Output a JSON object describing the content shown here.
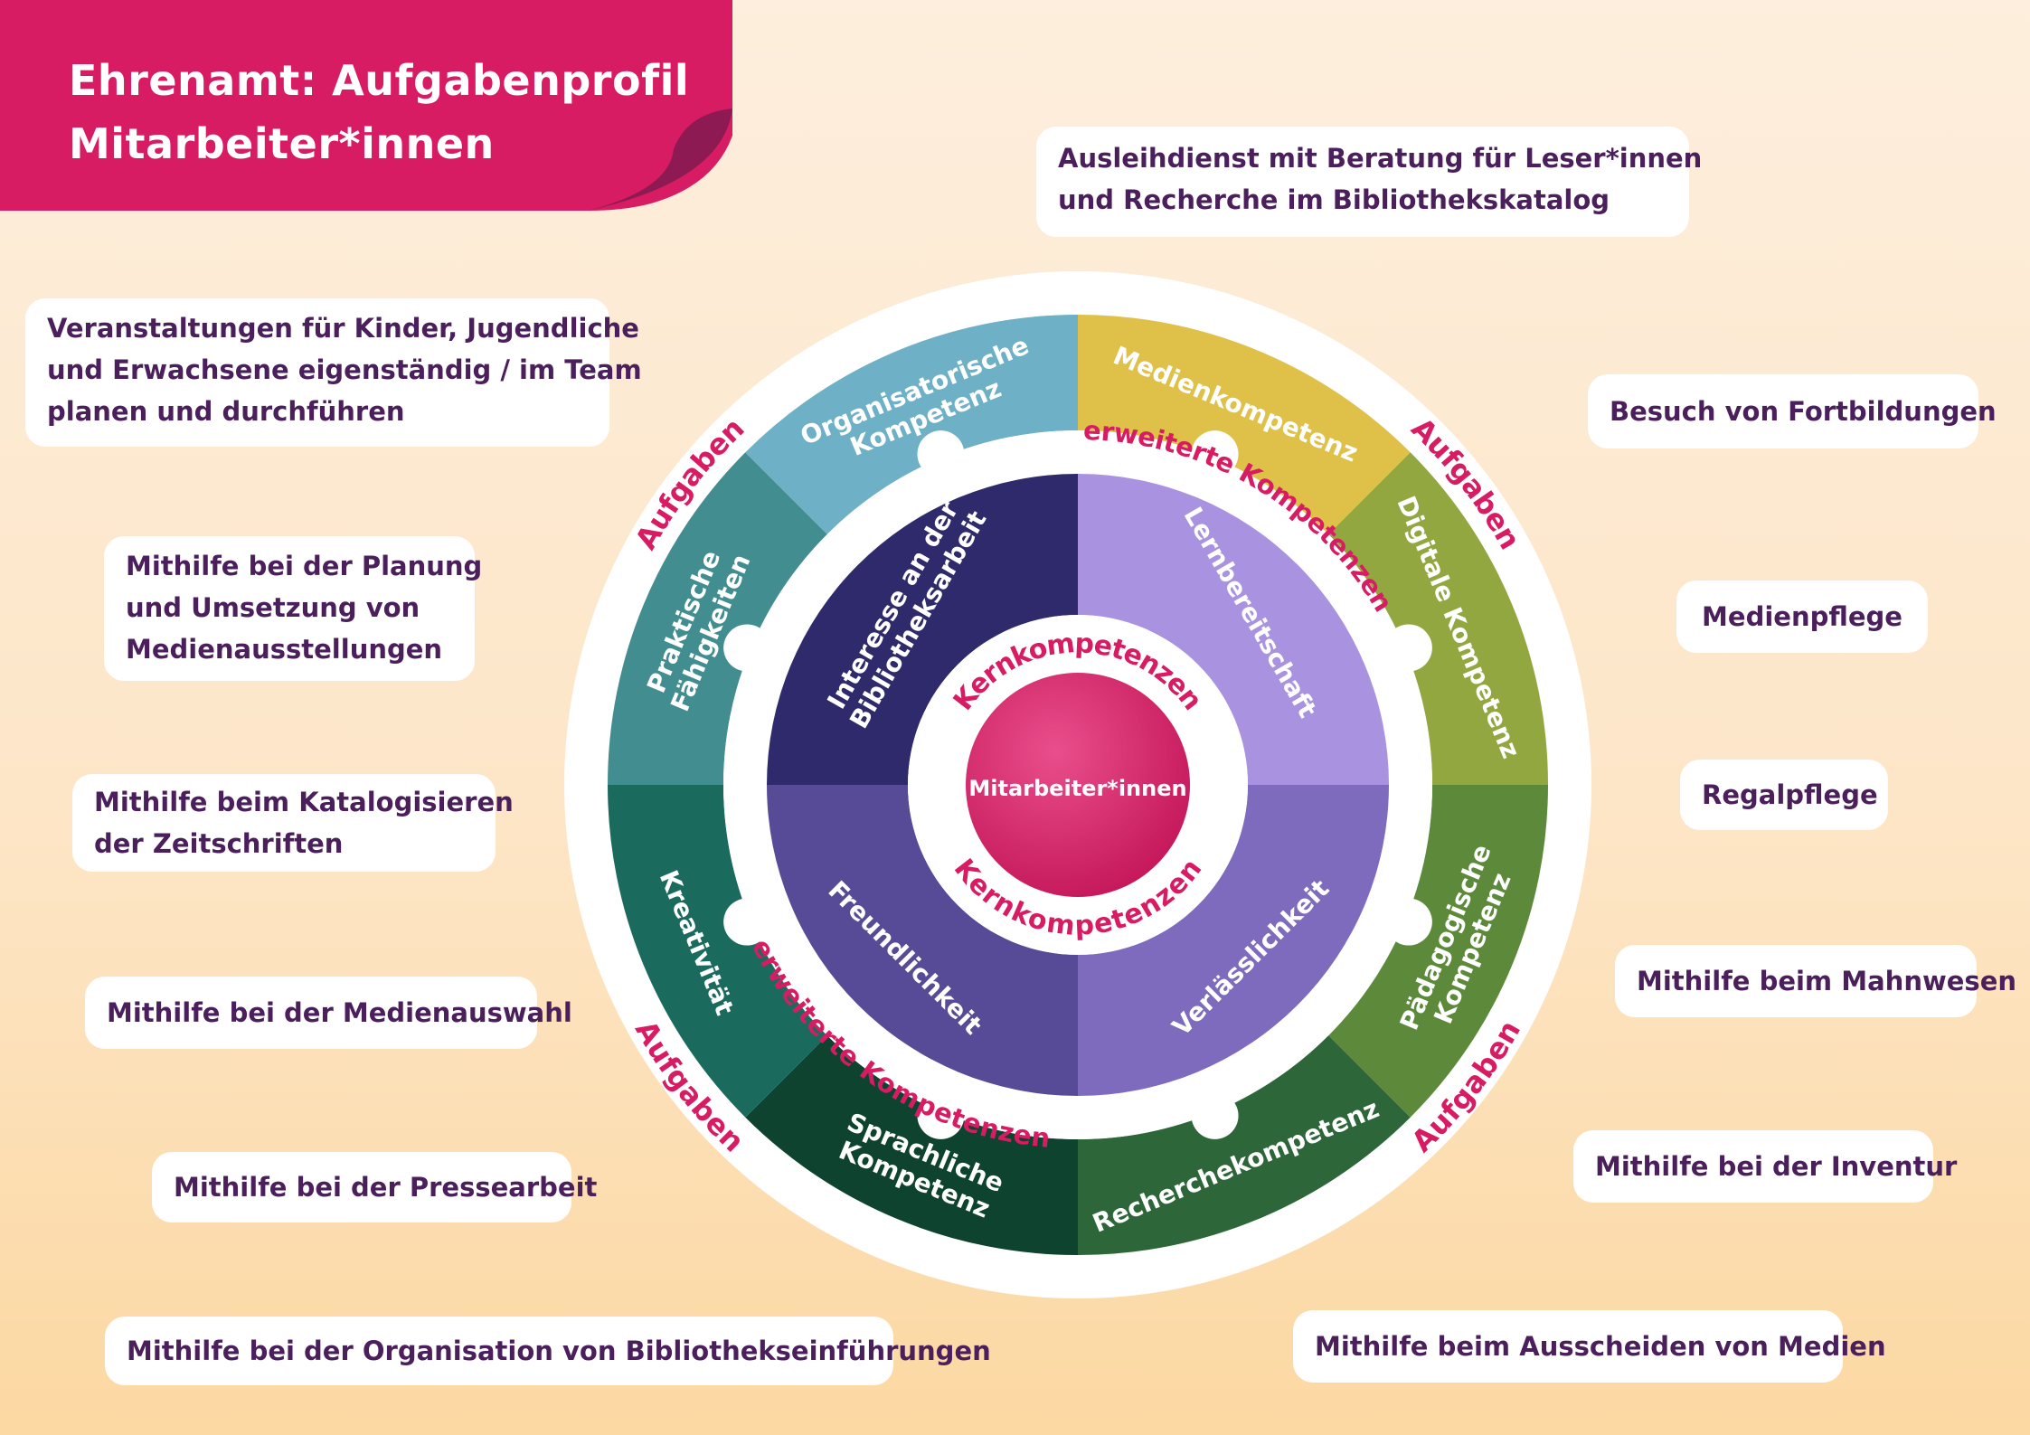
{
  "title": [
    "Ehrenamt: Aufgabenprofil",
    "Mitarbeiter*innen"
  ],
  "center_label": "Mitarbeiter*innen",
  "arc_labels": {
    "kern": "Kernkompetenzen",
    "erweitert": "erweiterte Kompetenzen",
    "aufgaben": "Aufgaben"
  },
  "core_competencies": [
    {
      "lines": [
        "Interesse an der",
        "Bibliotheksarbeit"
      ],
      "color": "#2f2a6b"
    },
    {
      "lines": [
        "Lernbereitschaft"
      ],
      "color": "#a993e0"
    },
    {
      "lines": [
        "Verlässlichkeit"
      ],
      "color": "#7e6bbd"
    },
    {
      "lines": [
        "Freundlichkeit"
      ],
      "color": "#574a96"
    }
  ],
  "extended_competencies": [
    {
      "lines": [
        "Medienkompetenz"
      ],
      "color": "#dfc049"
    },
    {
      "lines": [
        "Digitale Kompetenz"
      ],
      "color": "#93a741"
    },
    {
      "lines": [
        "Pädagogische",
        "Kompetenz"
      ],
      "color": "#5c8a3a"
    },
    {
      "lines": [
        "Recherchekompetenz"
      ],
      "color": "#2d6638"
    },
    {
      "lines": [
        "Sprachliche",
        "Kompetenz"
      ],
      "color": "#0e4330"
    },
    {
      "lines": [
        "Kreativität"
      ],
      "color": "#1b6a5e"
    },
    {
      "lines": [
        "Praktische",
        "Fähigkeiten"
      ],
      "color": "#428d8f"
    },
    {
      "lines": [
        "Organisatorische",
        "Kompetenz"
      ],
      "color": "#6eb0c6"
    }
  ],
  "tasks": [
    {
      "lines": [
        "Ausleihdienst mit Beratung  für Leser*innen",
        "und Recherche im Bibliothekskatalog"
      ]
    },
    {
      "lines": [
        "Veranstaltungen für Kinder, Jugendliche",
        "und Erwachsene eigenständig / im Team",
        "planen und durchführen"
      ]
    },
    {
      "lines": [
        "Besuch von Fortbildungen"
      ]
    },
    {
      "lines": [
        "Mithilfe bei der Planung",
        "und Umsetzung von",
        "Medienausstellungen"
      ]
    },
    {
      "lines": [
        "Medienpflege"
      ]
    },
    {
      "lines": [
        "Mithilfe beim Katalogisieren",
        "der Zeitschriften"
      ]
    },
    {
      "lines": [
        "Regalpflege"
      ]
    },
    {
      "lines": [
        "Mithilfe beim Mahnwesen"
      ]
    },
    {
      "lines": [
        "Mithilfe bei der Medienauswahl"
      ]
    },
    {
      "lines": [
        "Mithilfe bei der Inventur"
      ]
    },
    {
      "lines": [
        "Mithilfe bei der Pressearbeit"
      ]
    },
    {
      "lines": [
        "Mithilfe beim Ausscheiden von Medien"
      ]
    },
    {
      "lines": [
        "Mithilfe bei der Organisation von Bibliothekseinführungen"
      ]
    }
  ],
  "colors": {
    "banner": "#d81c64",
    "banner_fold": "#8e1a53",
    "accent": "#d81c64",
    "task_text": "#4a1f5c"
  }
}
